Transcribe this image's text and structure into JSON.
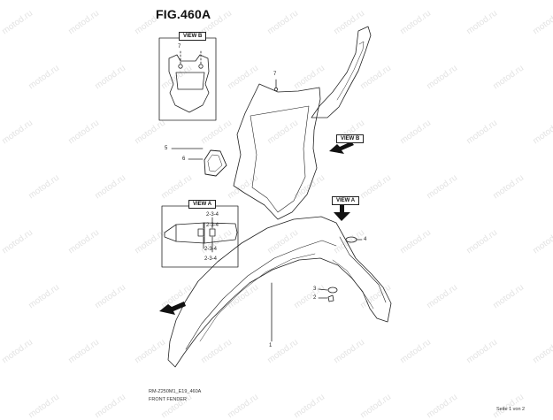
{
  "figure": {
    "title": "FIG.460A",
    "model_code": "RM-Z250M1_E19_460A",
    "description": "FRONT FENDER",
    "page": "Seite 1 von 2"
  },
  "views": {
    "view_b_label": "VIEW B",
    "view_a_label": "VIEW A",
    "view_b_arrow": "VIEW B",
    "view_a_arrow": "VIEW A"
  },
  "callouts": {
    "c1": "1",
    "c2": "2",
    "c3": "3",
    "c4": "4",
    "c5": "5",
    "c6": "6",
    "c7": "7",
    "c7_view_b": "7",
    "va_234_a": "2-3-4",
    "va_234_b": "2-3-4",
    "va_234_c": "2-3-4",
    "va_234_d": "2-3-4"
  },
  "watermark": "motod.ru"
}
